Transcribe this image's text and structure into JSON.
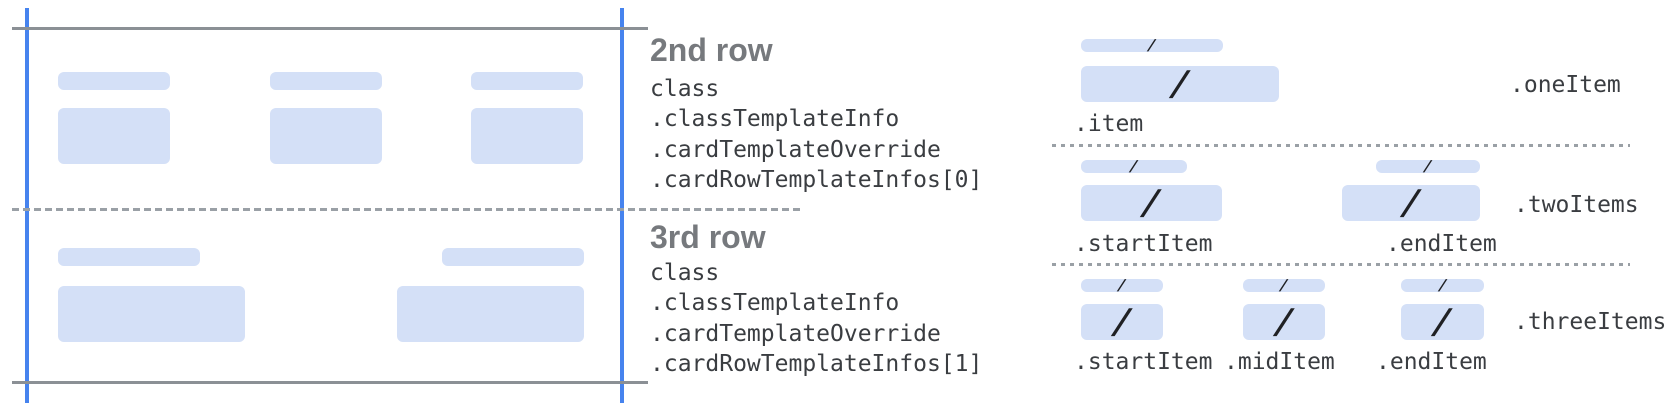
{
  "left_card": {
    "rows": [
      {
        "name": "2nd row",
        "columns": 3
      },
      {
        "name": "3rd row",
        "columns": 2
      }
    ]
  },
  "middle": {
    "sections": [
      {
        "heading": "2nd row",
        "code_lines": [
          "class",
          ".classTemplateInfo",
          ".cardTemplateOverride",
          ".cardRowTemplateInfos[0]"
        ]
      },
      {
        "heading": "3rd row",
        "code_lines": [
          "class",
          ".classTemplateInfo",
          ".cardTemplateOverride",
          ".cardRowTemplateInfos[1]"
        ]
      }
    ]
  },
  "right_panel": {
    "slash_glyph": "/",
    "groups": [
      {
        "label": ".oneItem",
        "item_labels": [
          ".item"
        ]
      },
      {
        "label": ".twoItems",
        "item_labels": [
          ".startItem",
          ".endItem"
        ]
      },
      {
        "label": ".threeItems",
        "item_labels": [
          ".startItem",
          ".midItem",
          ".endItem"
        ]
      }
    ]
  },
  "colors": {
    "bar_fill": "#d4e0f7",
    "guide_blue": "#4683ee",
    "guide_gray": "#8b9095",
    "dashed_gray": "#9aa0a6",
    "heading_gray": "#76797d",
    "code_text": "#3a3d41",
    "slash": "#202124"
  }
}
